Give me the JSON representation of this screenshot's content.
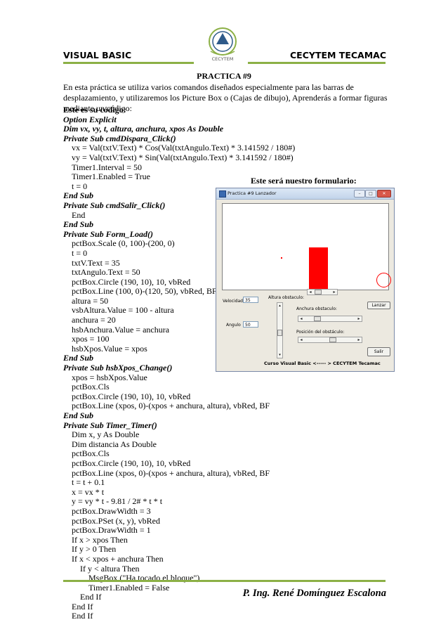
{
  "header": {
    "left": "VISUAL BASIC",
    "right": "CECYTEM TECAMAC",
    "logo_text": "CECYTEM"
  },
  "title": "PRACTICA #9",
  "intro": "En esta práctica se utiliza varios comandos diseñados especialmente para las barras de desplazamiento, y utilizaremos los Picture Box o (Cajas de dibujo), Aprenderás a formar figuras mediante un código:",
  "code_lines": [
    {
      "text": "Este es su código:",
      "style": "b",
      "indent": 0
    },
    {
      "text": "Option Explicit",
      "style": "bi",
      "indent": 0
    },
    {
      "text": "Dim vx, vy, t, altura, anchura, xpos As Double",
      "style": "bi",
      "indent": 0
    },
    {
      "text": "Private Sub cmdDispara_Click()",
      "style": "bi",
      "indent": 0
    },
    {
      "text": "vx = Val(txtV.Text) * Cos(Val(txtAngulo.Text) * 3.141592 / 180#)",
      "style": "",
      "indent": 1
    },
    {
      "text": "vy = Val(txtV.Text) * Sin(Val(txtAngulo.Text) * 3.141592 / 180#)",
      "style": "",
      "indent": 1
    },
    {
      "text": "Timer1.Interval = 50",
      "style": "",
      "indent": 1
    },
    {
      "text": "Timer1.Enabled = True",
      "style": "",
      "indent": 1
    },
    {
      "text": "t = 0",
      "style": "",
      "indent": 1
    },
    {
      "text": "End Sub",
      "style": "bi",
      "indent": 0
    },
    {
      "text": "Private Sub cmdSalir_Click()",
      "style": "bi",
      "indent": 0
    },
    {
      "text": "End",
      "style": "",
      "indent": 1
    },
    {
      "text": "End Sub",
      "style": "bi",
      "indent": 0
    },
    {
      "text": "Private Sub Form_Load()",
      "style": "bi",
      "indent": 0
    },
    {
      "text": "pctBox.Scale (0, 100)-(200, 0)",
      "style": "",
      "indent": 1
    },
    {
      "text": "t = 0",
      "style": "",
      "indent": 1
    },
    {
      "text": "txtV.Text = 35",
      "style": "",
      "indent": 1
    },
    {
      "text": "txtAngulo.Text = 50",
      "style": "",
      "indent": 1
    },
    {
      "text": "pctBox.Circle (190, 10), 10, vbRed",
      "style": "",
      "indent": 1
    },
    {
      "text": "pctBox.Line (100, 0)-(120, 50), vbRed, BF",
      "style": "",
      "indent": 1
    },
    {
      "text": "altura = 50",
      "style": "",
      "indent": 1
    },
    {
      "text": "vsbAltura.Value = 100 - altura",
      "style": "",
      "indent": 1
    },
    {
      "text": "anchura = 20",
      "style": "",
      "indent": 1
    },
    {
      "text": "hsbAnchura.Value = anchura",
      "style": "",
      "indent": 1
    },
    {
      "text": "xpos = 100",
      "style": "",
      "indent": 1
    },
    {
      "text": "hsbXpos.Value = xpos",
      "style": "",
      "indent": 1
    },
    {
      "text": "End Sub",
      "style": "bi",
      "indent": 0
    },
    {
      "text": "Private Sub hsbXpos_Change()",
      "style": "bi",
      "indent": 0
    },
    {
      "text": "xpos = hsbXpos.Value",
      "style": "",
      "indent": 1
    },
    {
      "text": "pctBox.Cls",
      "style": "",
      "indent": 1
    },
    {
      "text": "pctBox.Circle (190, 10), 10, vbRed",
      "style": "",
      "indent": 1
    },
    {
      "text": "pctBox.Line (xpos, 0)-(xpos + anchura, altura), vbRed, BF",
      "style": "",
      "indent": 1
    },
    {
      "text": "End Sub",
      "style": "bi",
      "indent": 0
    },
    {
      "text": "Private Sub Timer_Timer()",
      "style": "bi",
      "indent": 0
    },
    {
      "text": "Dim x, y As Double",
      "style": "",
      "indent": 1
    },
    {
      "text": "Dim distancia As Double",
      "style": "",
      "indent": 1
    },
    {
      "text": "pctBox.Cls",
      "style": "",
      "indent": 1
    },
    {
      "text": "pctBox.Circle (190, 10), 10, vbRed",
      "style": "",
      "indent": 1
    },
    {
      "text": "pctBox.Line (xpos, 0)-(xpos + anchura, altura), vbRed, BF",
      "style": "",
      "indent": 1
    },
    {
      "text": "t = t + 0.1",
      "style": "",
      "indent": 1
    },
    {
      "text": "x = vx * t",
      "style": "",
      "indent": 1
    },
    {
      "text": "y = vy * t - 9.81 / 2# * t * t",
      "style": "",
      "indent": 1
    },
    {
      "text": "pctBox.DrawWidth = 3",
      "style": "",
      "indent": 1
    },
    {
      "text": "pctBox.PSet (x, y), vbRed",
      "style": "",
      "indent": 1
    },
    {
      "text": "pctBox.DrawWidth = 1",
      "style": "",
      "indent": 1
    },
    {
      "text": "If x > xpos Then",
      "style": "",
      "indent": 1
    },
    {
      "text": "If y > 0 Then",
      "style": "",
      "indent": 1
    },
    {
      "text": "If x < xpos + anchura Then",
      "style": "",
      "indent": 1
    },
    {
      "text": "If y < altura Then",
      "style": "",
      "indent": 2
    },
    {
      "text": "MsgBox (\"Ha tocado el bloque\")",
      "style": "",
      "indent": 3
    },
    {
      "text": "Timer1.Enabled = False",
      "style": "",
      "indent": 3
    },
    {
      "text": "End If",
      "style": "",
      "indent": 2
    },
    {
      "text": "End If",
      "style": "",
      "indent": 1
    },
    {
      "text": "End If",
      "style": "",
      "indent": 1
    }
  ],
  "form_caption": "Este será nuestro formulario:",
  "form": {
    "window_title": "Practica #9 Lanzador",
    "velocidad_label": "Velocidad:",
    "velocidad_value": "35",
    "angulo_label": "Angulo",
    "angulo_value": "50",
    "altura_label": "Altura obstaculo:",
    "anchura_label": "Anchura obstaculo:",
    "posicion_label": "Posición del obstáculo:",
    "lanzar_button": "Lanzar",
    "salir_button": "Salir",
    "footer_label": "Curso Visual Basic <----- > CECYTEM Tecamac"
  },
  "footer": {
    "author": "P. Ing. René Domínguez Escalona"
  },
  "colors": {
    "accent_line": "#8cb046",
    "block": "#ff0000"
  }
}
